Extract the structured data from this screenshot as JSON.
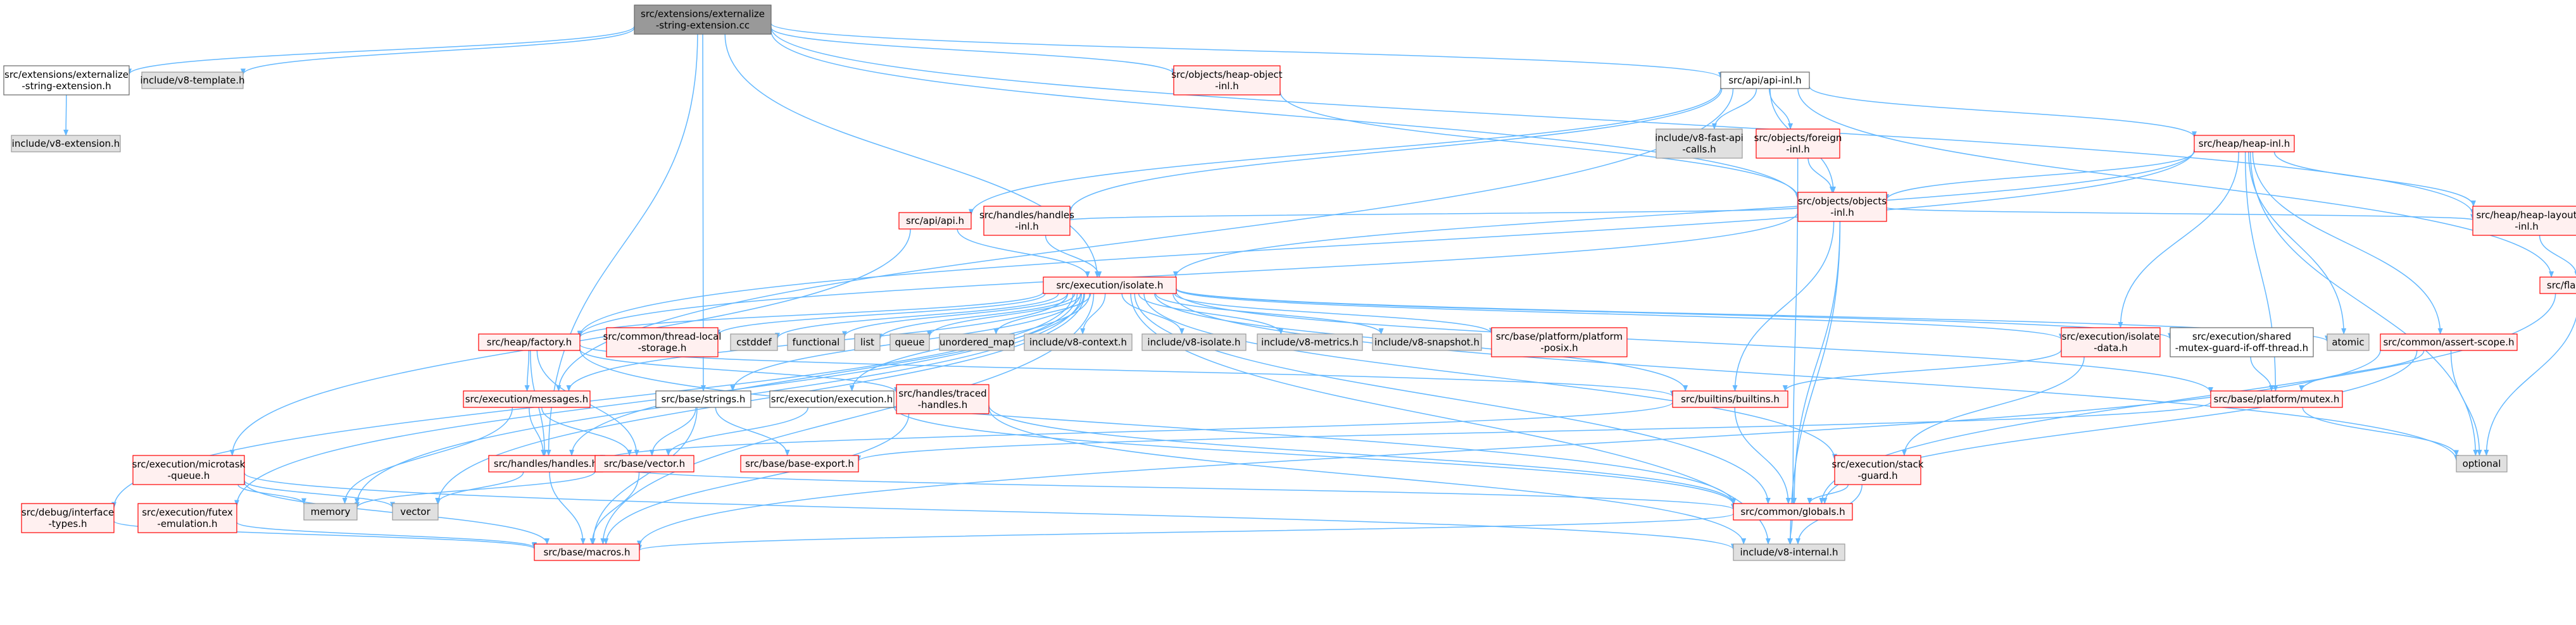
{
  "graph": {
    "colors": {
      "edge": "#63b8ff",
      "root_fill": "#999999",
      "root_stroke": "#666666",
      "missing_fill": "#e0e0e0",
      "missing_stroke": "#999999",
      "truncated_fill": "#fff0f0",
      "truncated_stroke": "#ff0000",
      "normal_fill": "#ffffff",
      "normal_stroke": "#666666"
    },
    "nodes": [
      {
        "id": "root",
        "kind": "root",
        "lines": [
          "src/extensions/externalize",
          "-string-extension.cc"
        ]
      },
      {
        "id": "ext_h",
        "kind": "normal",
        "lines": [
          "src/extensions/externalize",
          "-string-extension.h"
        ]
      },
      {
        "id": "v8template",
        "kind": "missing",
        "lines": [
          "include/v8-template.h"
        ]
      },
      {
        "id": "v8extension",
        "kind": "missing",
        "lines": [
          "include/v8-extension.h"
        ]
      },
      {
        "id": "heapobject",
        "kind": "truncated",
        "lines": [
          "src/objects/heap-object",
          "-inl.h"
        ]
      },
      {
        "id": "apiinl",
        "kind": "normal",
        "lines": [
          "src/api/api-inl.h"
        ]
      },
      {
        "id": "fastapi",
        "kind": "missing",
        "lines": [
          "include/v8-fast-api",
          "-calls.h"
        ]
      },
      {
        "id": "foreign",
        "kind": "truncated",
        "lines": [
          "src/objects/foreign",
          "-inl.h"
        ]
      },
      {
        "id": "heapinl",
        "kind": "truncated",
        "lines": [
          "src/heap/heap-inl.h"
        ]
      },
      {
        "id": "objects",
        "kind": "truncated",
        "lines": [
          "src/objects/objects",
          "-inl.h"
        ]
      },
      {
        "id": "apih",
        "kind": "truncated",
        "lines": [
          "src/api/api.h"
        ]
      },
      {
        "id": "handlesinl",
        "kind": "truncated",
        "lines": [
          "src/handles/handles",
          "-inl.h"
        ]
      },
      {
        "id": "heaplayout",
        "kind": "truncated",
        "lines": [
          "src/heap/heap-layout",
          "-inl.h"
        ]
      },
      {
        "id": "flags",
        "kind": "truncated",
        "lines": [
          "src/flags/flags.h"
        ]
      },
      {
        "id": "isolate",
        "kind": "truncated",
        "lines": [
          "src/execution/isolate.h"
        ]
      },
      {
        "id": "factory",
        "kind": "truncated",
        "lines": [
          "src/heap/factory.h"
        ]
      },
      {
        "id": "threadlocal",
        "kind": "truncated",
        "lines": [
          "src/common/thread-local",
          "-storage.h"
        ]
      },
      {
        "id": "cstddef",
        "kind": "missing",
        "lines": [
          "cstddef"
        ]
      },
      {
        "id": "functional",
        "kind": "missing",
        "lines": [
          "functional"
        ]
      },
      {
        "id": "list",
        "kind": "missing",
        "lines": [
          "list"
        ]
      },
      {
        "id": "queue",
        "kind": "missing",
        "lines": [
          "queue"
        ]
      },
      {
        "id": "unordered_map",
        "kind": "missing",
        "lines": [
          "unordered_map"
        ]
      },
      {
        "id": "v8context",
        "kind": "missing",
        "lines": [
          "include/v8-context.h"
        ]
      },
      {
        "id": "v8isolate",
        "kind": "missing",
        "lines": [
          "include/v8-isolate.h"
        ]
      },
      {
        "id": "v8metrics",
        "kind": "missing",
        "lines": [
          "include/v8-metrics.h"
        ]
      },
      {
        "id": "v8snapshot",
        "kind": "missing",
        "lines": [
          "include/v8-snapshot.h"
        ]
      },
      {
        "id": "posix",
        "kind": "truncated",
        "lines": [
          "src/base/platform/platform",
          "-posix.h"
        ]
      },
      {
        "id": "isolatedata",
        "kind": "truncated",
        "lines": [
          "src/execution/isolate",
          "-data.h"
        ]
      },
      {
        "id": "shared",
        "kind": "normal",
        "lines": [
          "src/execution/shared",
          "-mutex-guard-if-off-thread.h"
        ]
      },
      {
        "id": "atomic",
        "kind": "missing",
        "lines": [
          "atomic"
        ]
      },
      {
        "id": "assertscope",
        "kind": "truncated",
        "lines": [
          "src/common/assert-scope.h"
        ]
      },
      {
        "id": "messages",
        "kind": "truncated",
        "lines": [
          "src/execution/messages.h"
        ]
      },
      {
        "id": "strings",
        "kind": "normal",
        "lines": [
          "src/base/strings.h"
        ]
      },
      {
        "id": "execution",
        "kind": "normal",
        "lines": [
          "src/execution/execution.h"
        ]
      },
      {
        "id": "traced",
        "kind": "truncated",
        "lines": [
          "src/handles/traced",
          "-handles.h"
        ]
      },
      {
        "id": "builtins",
        "kind": "truncated",
        "lines": [
          "src/builtins/builtins.h"
        ]
      },
      {
        "id": "mutex",
        "kind": "truncated",
        "lines": [
          "src/base/platform/mutex.h"
        ]
      },
      {
        "id": "optional",
        "kind": "missing",
        "lines": [
          "optional"
        ]
      },
      {
        "id": "microtask",
        "kind": "truncated",
        "lines": [
          "src/execution/microtask",
          "-queue.h"
        ]
      },
      {
        "id": "handles",
        "kind": "truncated",
        "lines": [
          "src/handles/handles.h"
        ]
      },
      {
        "id": "vectorh",
        "kind": "truncated",
        "lines": [
          "src/base/vector.h"
        ]
      },
      {
        "id": "baseexport",
        "kind": "truncated",
        "lines": [
          "src/base/base-export.h"
        ]
      },
      {
        "id": "stackguard",
        "kind": "truncated",
        "lines": [
          "src/execution/stack",
          "-guard.h"
        ]
      },
      {
        "id": "debugtypes",
        "kind": "truncated",
        "lines": [
          "src/debug/interface",
          "-types.h"
        ]
      },
      {
        "id": "futex",
        "kind": "truncated",
        "lines": [
          "src/execution/futex",
          "-emulation.h"
        ]
      },
      {
        "id": "memory",
        "kind": "missing",
        "lines": [
          "memory"
        ]
      },
      {
        "id": "vector",
        "kind": "missing",
        "lines": [
          "vector"
        ]
      },
      {
        "id": "globals",
        "kind": "truncated",
        "lines": [
          "src/common/globals.h"
        ]
      },
      {
        "id": "macros",
        "kind": "truncated",
        "lines": [
          "src/base/macros.h"
        ]
      },
      {
        "id": "v8internal",
        "kind": "missing",
        "lines": [
          "include/v8-internal.h"
        ]
      }
    ],
    "edges": [
      [
        "root",
        "ext_h"
      ],
      [
        "root",
        "v8template"
      ],
      [
        "root",
        "heapobject"
      ],
      [
        "root",
        "apiinl"
      ],
      [
        "root",
        "objects"
      ],
      [
        "root",
        "isolate"
      ],
      [
        "root",
        "handles"
      ],
      [
        "root",
        "strings"
      ],
      [
        "root",
        "heaplayout"
      ],
      [
        "ext_h",
        "v8extension"
      ],
      [
        "heapobject",
        "objects"
      ],
      [
        "apiinl",
        "fastapi"
      ],
      [
        "apiinl",
        "foreign"
      ],
      [
        "apiinl",
        "heapinl"
      ],
      [
        "apiinl",
        "objects"
      ],
      [
        "apiinl",
        "apih"
      ],
      [
        "apiinl",
        "handlesinl"
      ],
      [
        "apiinl",
        "flags"
      ],
      [
        "apiinl",
        "messages"
      ],
      [
        "foreign",
        "objects"
      ],
      [
        "foreign",
        "globals"
      ],
      [
        "heapinl",
        "objects"
      ],
      [
        "heapinl",
        "heaplayout"
      ],
      [
        "heapinl",
        "isolate"
      ],
      [
        "heapinl",
        "isolatedata"
      ],
      [
        "heapinl",
        "atomic"
      ],
      [
        "heapinl",
        "assertscope"
      ],
      [
        "heapinl",
        "mutex"
      ],
      [
        "heapinl",
        "optional"
      ],
      [
        "heapinl",
        "factory"
      ],
      [
        "objects",
        "handlesinl"
      ],
      [
        "objects",
        "heaplayout"
      ],
      [
        "objects",
        "builtins"
      ],
      [
        "objects",
        "globals"
      ],
      [
        "objects",
        "v8internal"
      ],
      [
        "objects",
        "factory"
      ],
      [
        "apih",
        "isolate"
      ],
      [
        "apih",
        "microtask"
      ],
      [
        "handlesinl",
        "isolate"
      ],
      [
        "heaplayout",
        "flags"
      ],
      [
        "flags",
        "optional"
      ],
      [
        "flags",
        "globals"
      ],
      [
        "isolate",
        "factory"
      ],
      [
        "isolate",
        "threadlocal"
      ],
      [
        "isolate",
        "cstddef"
      ],
      [
        "isolate",
        "functional"
      ],
      [
        "isolate",
        "list"
      ],
      [
        "isolate",
        "queue"
      ],
      [
        "isolate",
        "unordered_map"
      ],
      [
        "isolate",
        "v8context"
      ],
      [
        "isolate",
        "v8isolate"
      ],
      [
        "isolate",
        "v8metrics"
      ],
      [
        "isolate",
        "v8snapshot"
      ],
      [
        "isolate",
        "posix"
      ],
      [
        "isolate",
        "isolatedata"
      ],
      [
        "isolate",
        "shared"
      ],
      [
        "isolate",
        "atomic"
      ],
      [
        "isolate",
        "messages"
      ],
      [
        "isolate",
        "strings"
      ],
      [
        "isolate",
        "execution"
      ],
      [
        "isolate",
        "builtins"
      ],
      [
        "isolate",
        "mutex"
      ],
      [
        "isolate",
        "optional"
      ],
      [
        "isolate",
        "handles"
      ],
      [
        "isolate",
        "stackguard"
      ],
      [
        "isolate",
        "debugtypes"
      ],
      [
        "isolate",
        "futex"
      ],
      [
        "isolate",
        "memory"
      ],
      [
        "isolate",
        "vector"
      ],
      [
        "isolate",
        "globals"
      ],
      [
        "isolate",
        "macros"
      ],
      [
        "isolate",
        "v8internal"
      ],
      [
        "factory",
        "messages"
      ],
      [
        "factory",
        "handles"
      ],
      [
        "factory",
        "traced"
      ],
      [
        "factory",
        "builtins"
      ],
      [
        "factory",
        "globals"
      ],
      [
        "factory",
        "vectorh"
      ],
      [
        "isolatedata",
        "builtins"
      ],
      [
        "isolatedata",
        "stackguard"
      ],
      [
        "shared",
        "mutex"
      ],
      [
        "assertscope",
        "mutex"
      ],
      [
        "assertscope",
        "optional"
      ],
      [
        "assertscope",
        "globals"
      ],
      [
        "assertscope",
        "macros"
      ],
      [
        "messages",
        "handles"
      ],
      [
        "messages",
        "vectorh"
      ],
      [
        "messages",
        "memory"
      ],
      [
        "strings",
        "vectorh"
      ],
      [
        "strings",
        "baseexport"
      ],
      [
        "strings",
        "macros"
      ],
      [
        "execution",
        "globals"
      ],
      [
        "execution",
        "vectorh"
      ],
      [
        "traced",
        "globals"
      ],
      [
        "traced",
        "macros"
      ],
      [
        "traced",
        "v8internal"
      ],
      [
        "builtins",
        "globals"
      ],
      [
        "builtins",
        "handles"
      ],
      [
        "mutex",
        "baseexport"
      ],
      [
        "mutex",
        "optional"
      ],
      [
        "microtask",
        "memory"
      ],
      [
        "microtask",
        "vector"
      ],
      [
        "microtask",
        "macros"
      ],
      [
        "microtask",
        "v8internal"
      ],
      [
        "handles",
        "globals"
      ],
      [
        "handles",
        "macros"
      ],
      [
        "handles",
        "vector"
      ],
      [
        "vectorh",
        "macros"
      ],
      [
        "vectorh",
        "memory"
      ],
      [
        "stackguard",
        "globals"
      ],
      [
        "stackguard",
        "v8internal"
      ],
      [
        "debugtypes",
        "macros"
      ],
      [
        "futex",
        "macros"
      ],
      [
        "globals",
        "macros"
      ],
      [
        "globals",
        "v8internal"
      ]
    ]
  }
}
